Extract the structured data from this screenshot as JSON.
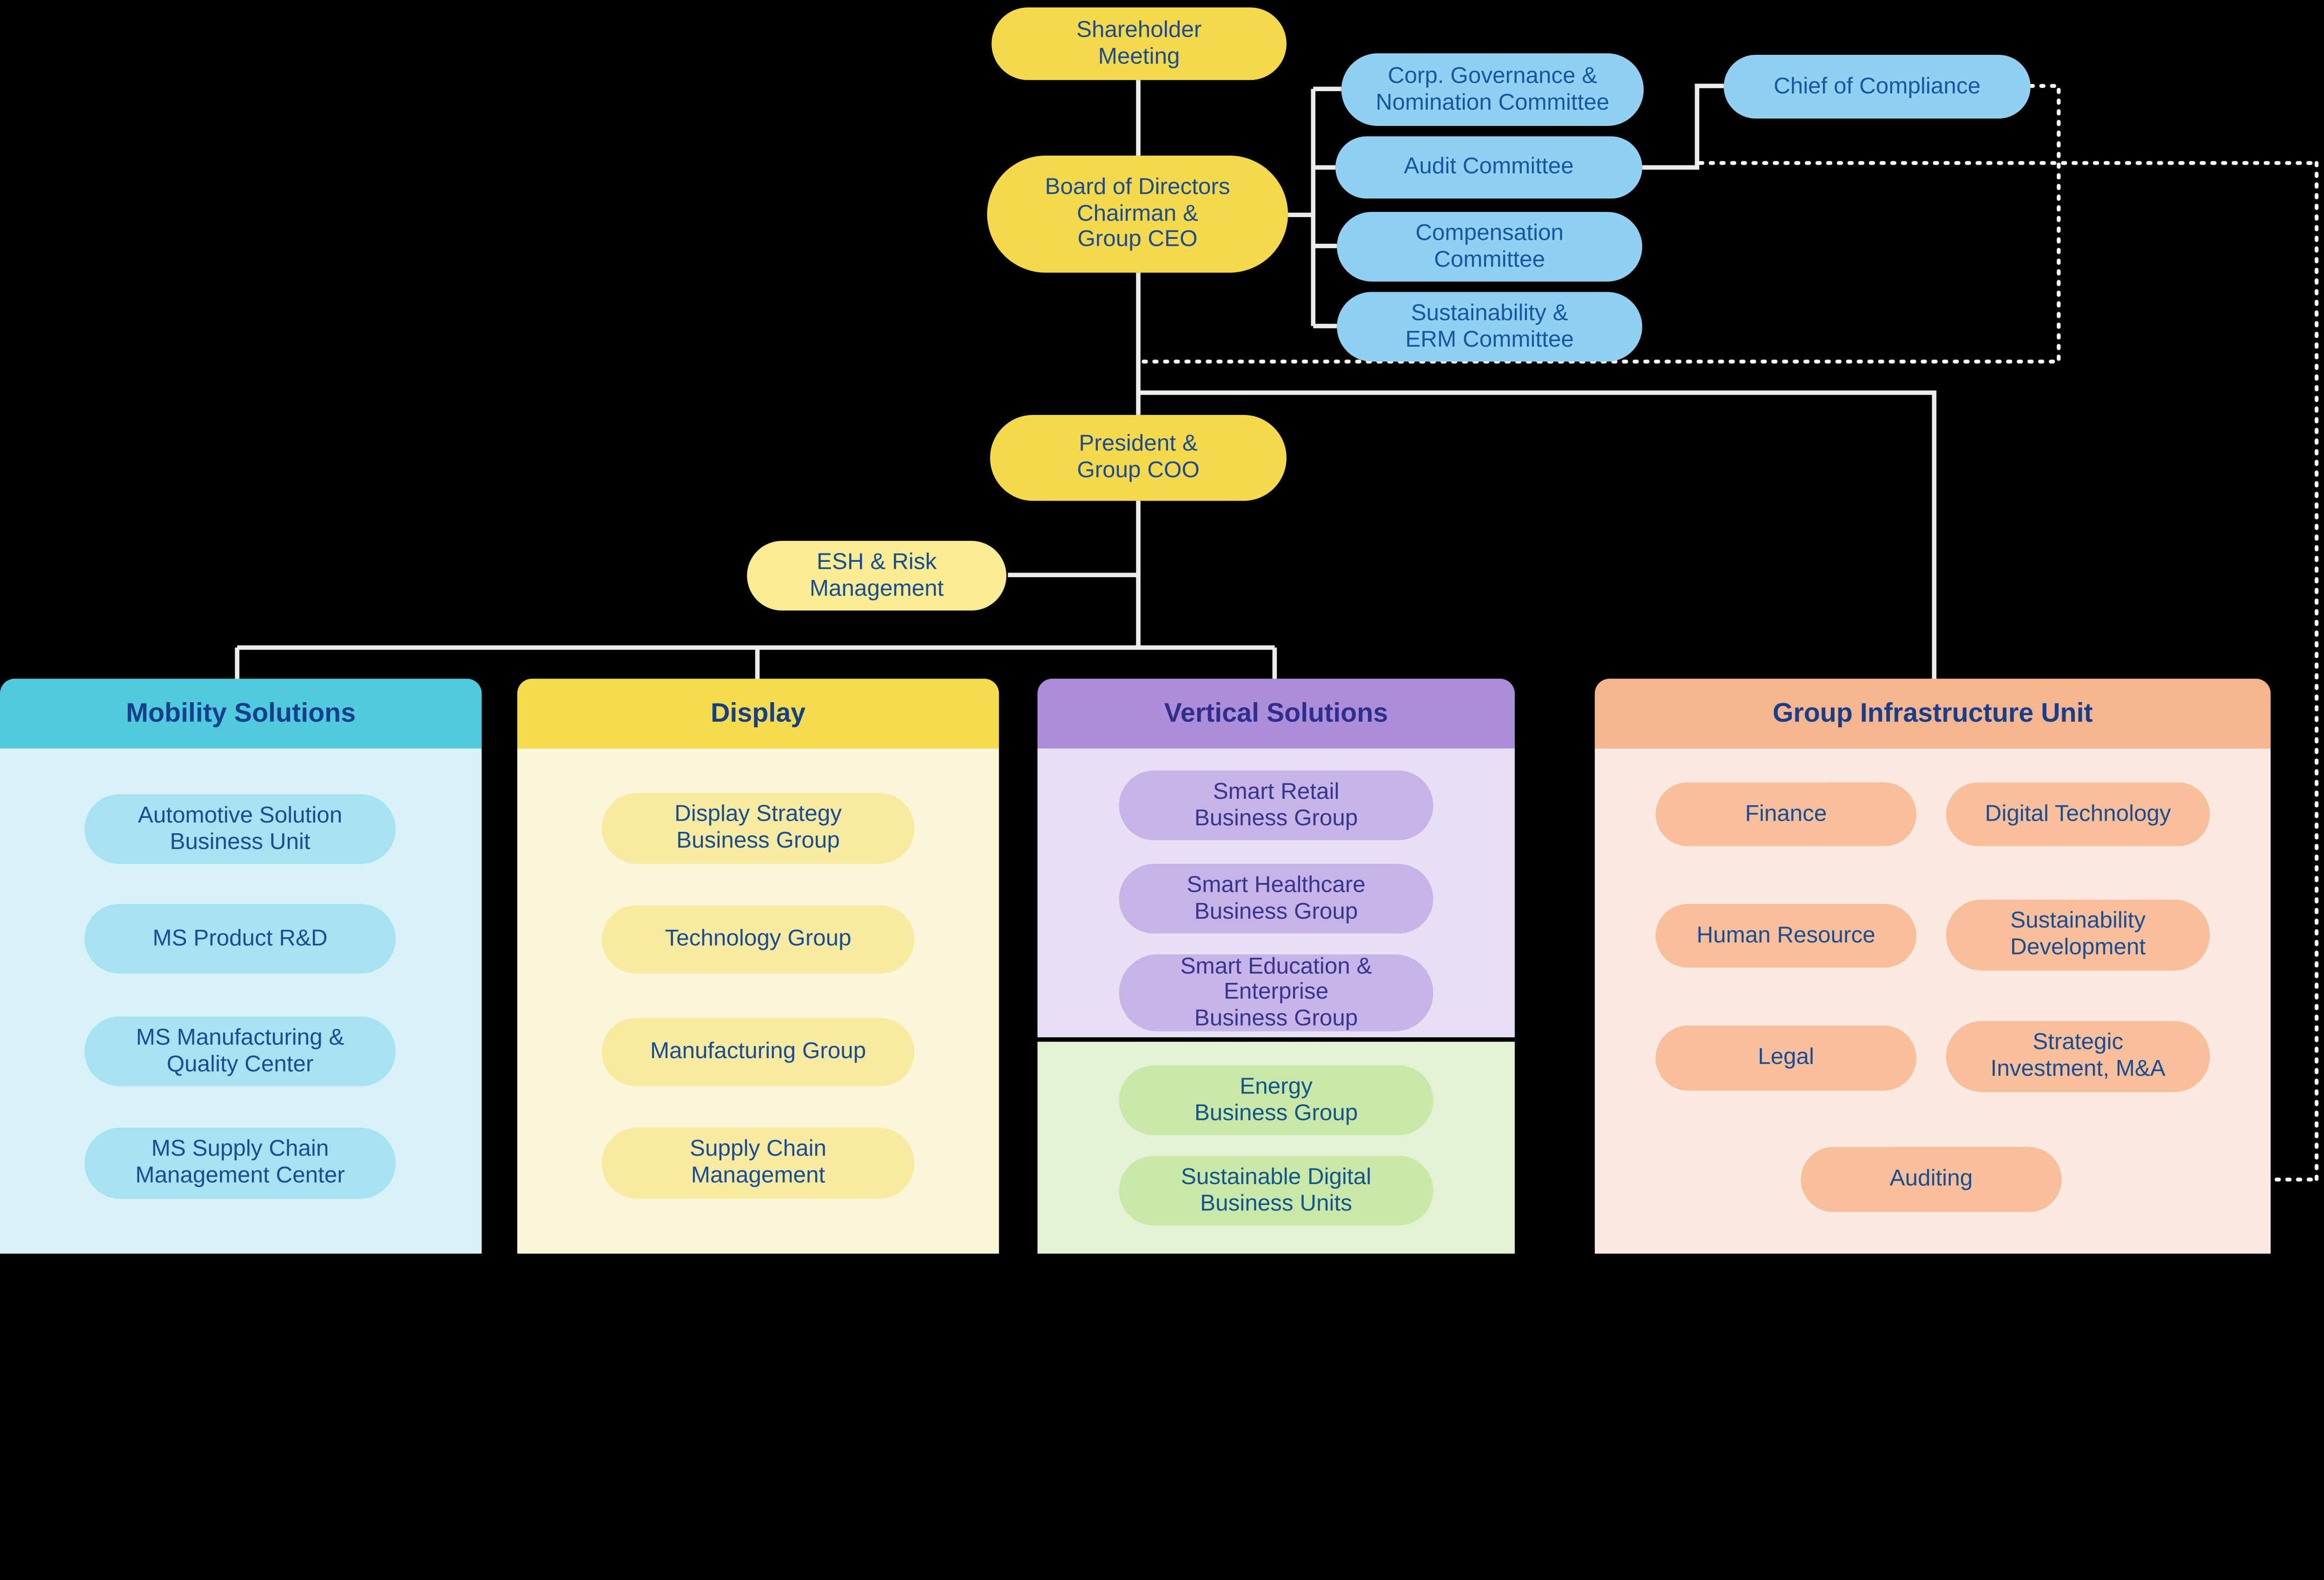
{
  "nodes": {
    "shareholder_meeting": "Shareholder\nMeeting",
    "board": "Board of Directors\nChairman &\nGroup CEO",
    "committees": [
      "Corp. Governance &\nNomination Committee",
      "Audit Committee",
      "Compensation\nCommittee",
      "Sustainability &\nERM Committee"
    ],
    "chief_of_compliance": "Chief of Compliance",
    "president": "President &\nGroup COO",
    "esh": "ESH & Risk\nManagement"
  },
  "divisions": {
    "mobility": {
      "header": "Mobility Solutions",
      "items": [
        "Automotive Solution\nBusiness Unit",
        "MS Product R&D",
        "MS Manufacturing &\nQuality Center",
        "MS Supply Chain\nManagement Center"
      ]
    },
    "display": {
      "header": "Display",
      "items": [
        "Display Strategy\nBusiness Group",
        "Technology Group",
        "Manufacturing Group",
        "Supply Chain\nManagement"
      ]
    },
    "vertical": {
      "header": "Vertical Solutions",
      "items": [
        "Smart Retail\nBusiness Group",
        "Smart Healthcare\nBusiness Group",
        "Smart Education &\nEnterprise\nBusiness Group"
      ],
      "green_items": [
        "Energy\nBusiness Group",
        "Sustainable Digital\nBusiness Units"
      ]
    },
    "infrastructure": {
      "header": "Group Infrastructure Unit",
      "items": [
        "Finance",
        "Digital Technology",
        "Human Resource",
        "Sustainability\nDevelopment",
        "Legal",
        "Strategic\nInvestment, M&A",
        "Auditing"
      ]
    }
  },
  "colors": {
    "background": "#000000",
    "exec_yellow": "#F6D94B",
    "esh_yellow": "#F9EC92",
    "committee_blue": "#92D0F2",
    "text_navy": "#1A4C96",
    "mobility_header": "#50CADD",
    "mobility_body": "#D8F2F8",
    "mobility_pill": "#A6E3F0",
    "display_header": "#F6DC4B",
    "display_body": "#FCF6D8",
    "display_pill": "#F7EBA2",
    "vertical_header": "#AB8ED7",
    "vertical_body": "#E7E0F4",
    "vertical_pill": "#C7B4E6",
    "green_body": "#E3F2D4",
    "green_pill": "#C9E7A6",
    "infra_header": "#F6B58D",
    "infra_body": "#FBE9E2",
    "infra_pill": "#F7C09B",
    "line_solid": "#ECECEC",
    "line_dotted": "#FFFFFF"
  }
}
